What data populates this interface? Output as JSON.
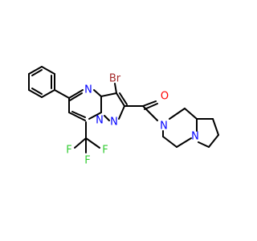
{
  "structure": {
    "atoms": [
      {
        "id": "Br",
        "text": "Br",
        "color": "#a52a2a"
      },
      {
        "id": "O",
        "text": "O",
        "color": "#ff0000"
      },
      {
        "id": "Npm",
        "text": "N",
        "color": "#0000ff"
      },
      {
        "id": "Npz1",
        "text": "N",
        "color": "#0000ff"
      },
      {
        "id": "Npz2",
        "text": "N",
        "color": "#0000ff"
      },
      {
        "id": "Npip",
        "text": "N",
        "color": "#0000ff"
      },
      {
        "id": "Nbr",
        "text": "N",
        "color": "#0000ff"
      },
      {
        "id": "F1",
        "text": "F",
        "color": "#33cc33"
      },
      {
        "id": "F2",
        "text": "F",
        "color": "#33cc33"
      },
      {
        "id": "F3",
        "text": "F",
        "color": "#33cc33"
      }
    ]
  }
}
